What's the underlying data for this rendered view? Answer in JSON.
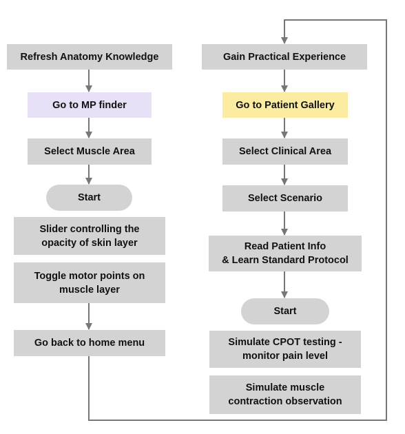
{
  "left_flow": {
    "refresh": "Refresh Anatomy Knowledge",
    "mp_finder": "Go to MP finder",
    "select_muscle": "Select Muscle Area",
    "start": "Start",
    "slider": "Slider controlling the\nopacity of skin layer",
    "toggle": "Toggle motor points on\nmuscle layer",
    "home": "Go back to home menu"
  },
  "right_flow": {
    "gain": "Gain Practical Experience",
    "gallery": "Go to Patient Gallery",
    "clinical": "Select Clinical Area",
    "scenario": "Select Scenario",
    "patient_info": "Read Patient Info\n& Learn Standard Protocol",
    "start": "Start",
    "cpot": "Simulate CPOT testing -\nmonitor pain level",
    "contraction": "Simulate muscle\ncontraction observation"
  },
  "colors": {
    "box": "#d3d3d3",
    "mp_finder_highlight": "#e7e0f7",
    "gallery_highlight": "#fbeca2",
    "connector": "#777777"
  }
}
